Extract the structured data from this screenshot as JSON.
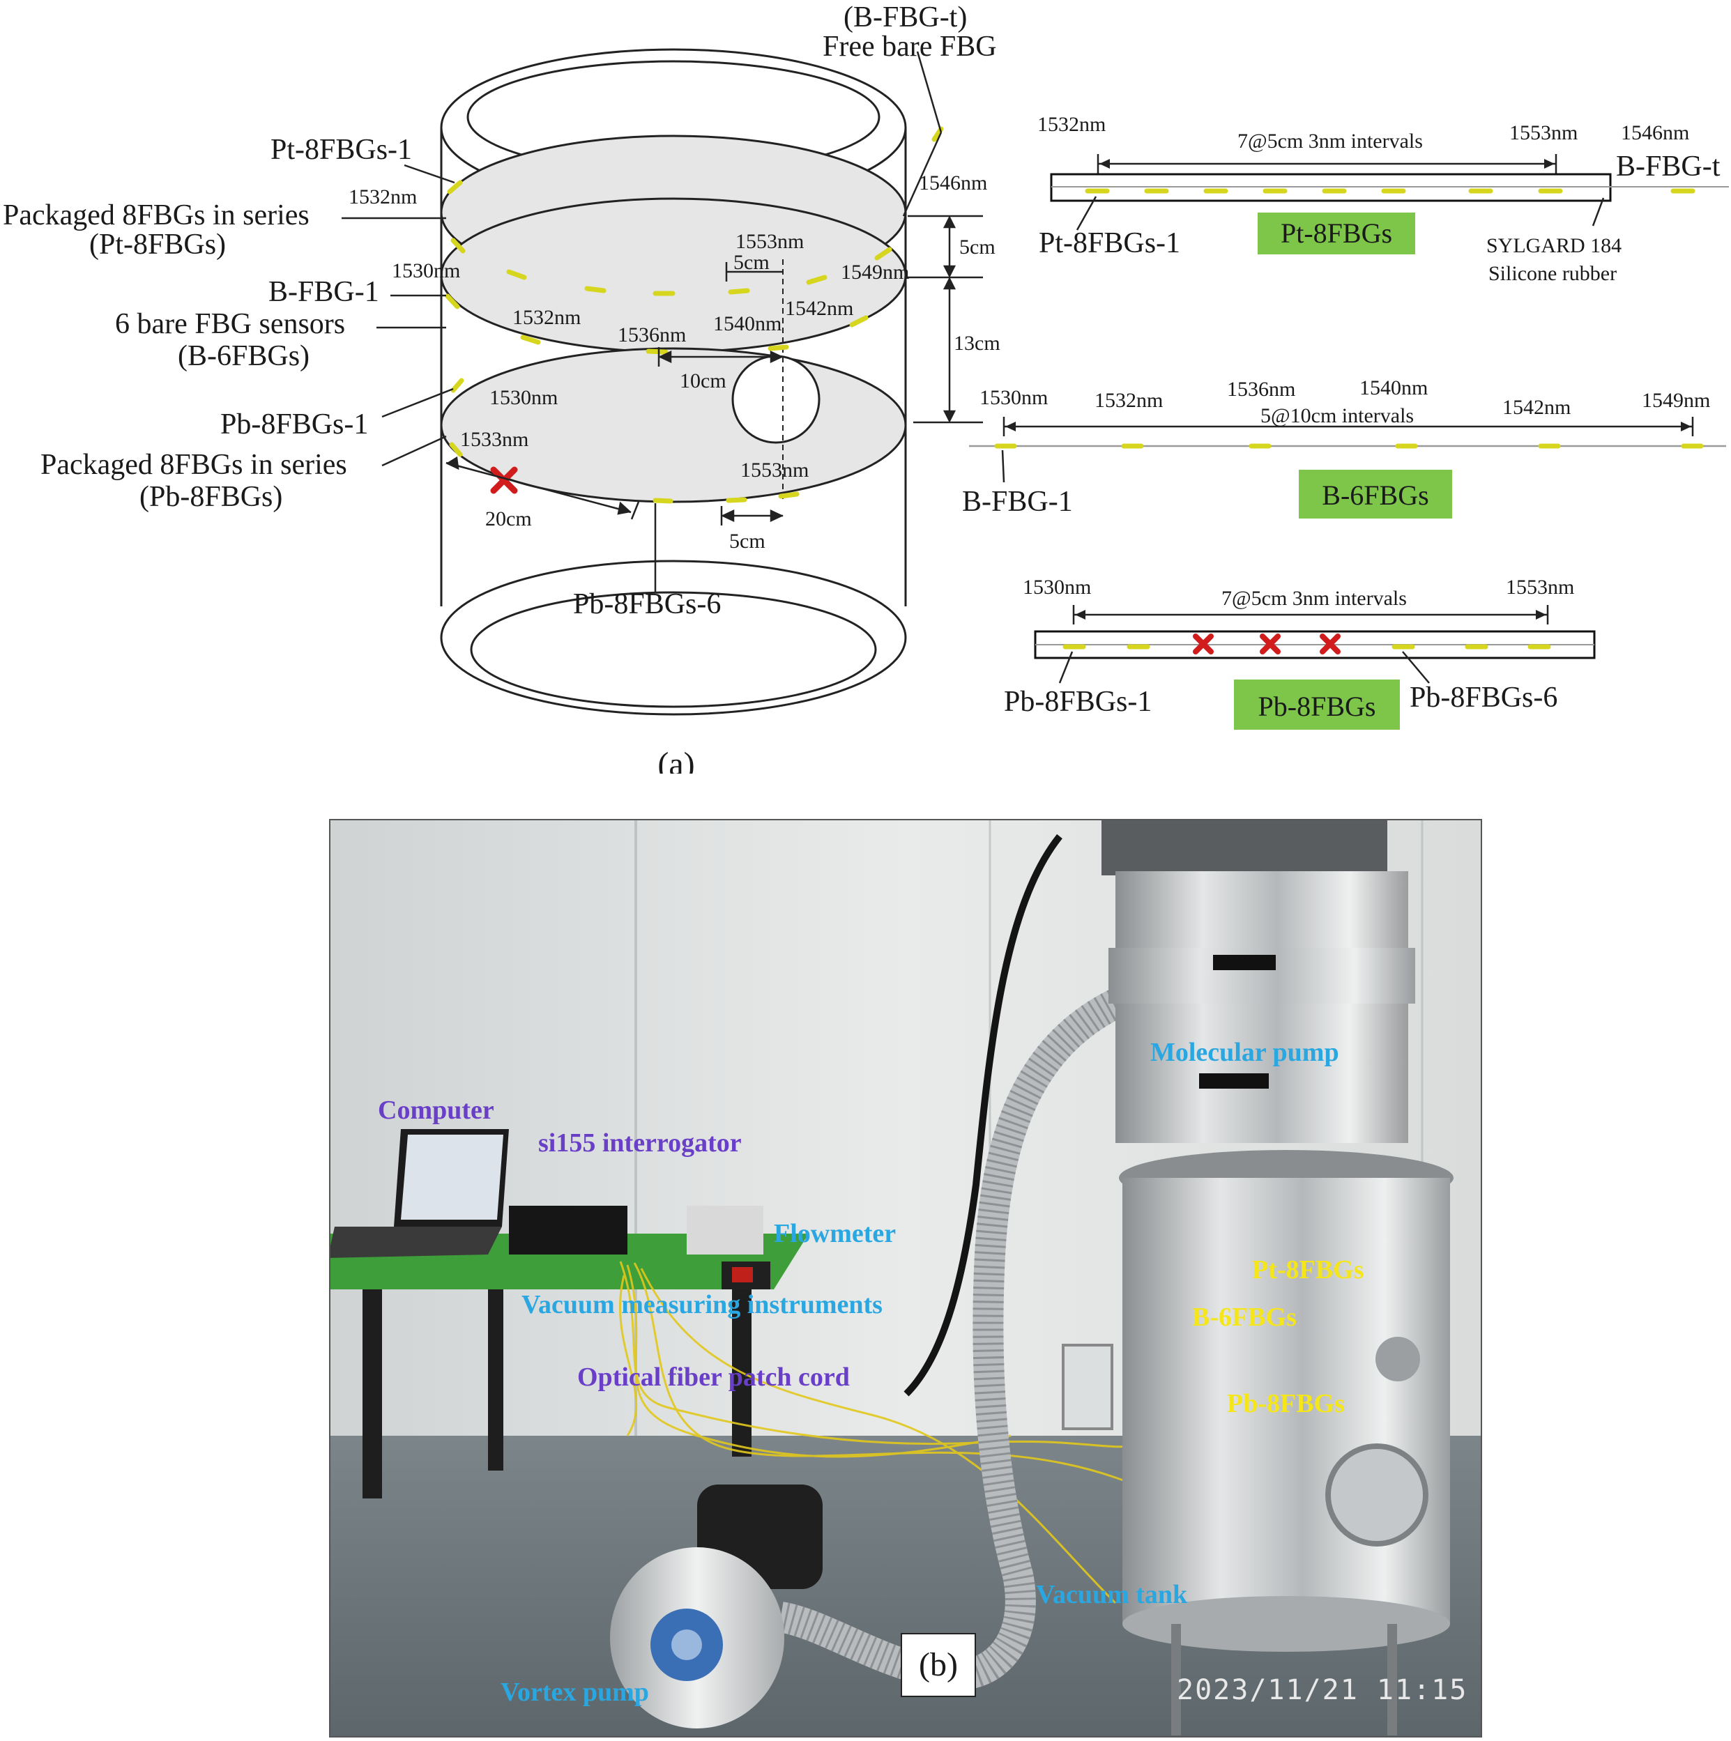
{
  "panel_a": {
    "caption": "(a)",
    "cylinder": {
      "free_fbg_id": "(B-FBG-t)",
      "free_fbg_label": "Free bare FBG",
      "pt_first": "Pt-8FBGs-1",
      "pt_series_line1": "Packaged 8FBGs in series",
      "pt_series_line2": "(Pt-8FBGs)",
      "b_first": "B-FBG-1",
      "b_series_line1": "6 bare FBG sensors",
      "b_series_line2": "(B-6FBGs)",
      "pb_first": "Pb-8FBGs-1",
      "pb_series_line1": "Packaged 8FBGs in series",
      "pb_series_line2": "(Pb-8FBGs)",
      "pb_sixth": "Pb-8FBGs-6",
      "wl_1546": "1546nm",
      "wl_pt_1532": "1532nm",
      "wl_pt_1553": "1553nm",
      "wl_b_1530": "1530nm",
      "wl_b_1549": "1549nm",
      "wl_b_1532": "1532nm",
      "wl_b_1536": "1536nm",
      "wl_b_1540": "1540nm",
      "wl_b_1542": "1542nm",
      "wl_pb_1530": "1530nm",
      "wl_pb_1533": "1533nm",
      "wl_pb_1553": "1553nm",
      "dim_5cm_top": "5cm",
      "dim_5cm_right": "5cm",
      "dim_13cm": "13cm",
      "dim_10cm": "10cm",
      "dim_20cm": "20cm",
      "dim_5cm_bottom": "5cm"
    },
    "pt_strip": {
      "wl_start": "1532nm",
      "wl_end": "1553nm",
      "wl_free": "1546nm",
      "interval": "7@5cm 3nm intervals",
      "free_label": "B-FBG-t",
      "first_label": "Pt-8FBGs-1",
      "name": "Pt-8FBGs",
      "material_line1": "SYLGARD 184",
      "material_line2": "Silicone rubber"
    },
    "b_strip": {
      "wavelengths": [
        "1530nm",
        "1532nm",
        "1536nm",
        "1540nm",
        "1542nm",
        "1549nm"
      ],
      "interval": "5@10cm intervals",
      "first_label": "B-FBG-1",
      "name": "B-6FBGs"
    },
    "pb_strip": {
      "wl_start": "1530nm",
      "wl_end": "1553nm",
      "interval": "7@5cm 3nm intervals",
      "first_label": "Pb-8FBGs-1",
      "sixth_label": "Pb-8FBGs-6",
      "name": "Pb-8FBGs"
    }
  },
  "panel_b": {
    "caption": "(b)",
    "labels": {
      "computer": "Computer",
      "interrogator": "si155 interrogator",
      "flowmeter": "Flowmeter",
      "vacuum_instruments": "Vacuum measuring instruments",
      "patch_cord": "Optical fiber patch cord",
      "molecular_pump": "Molecular pump",
      "pt": "Pt-8FBGs",
      "b6": "B-6FBGs",
      "pb": "Pb-8FBGs",
      "vacuum_tank": "Vacuum tank",
      "vortex_pump": "Vortex pump"
    },
    "timestamp": "2023/11/21  11:15"
  },
  "colors": {
    "fbg_yellow": "#d6d61e",
    "label_green": "#7dc64a",
    "failure_red": "#d01c1c",
    "photo_purple": "#6a3fc8",
    "photo_cyan": "#2aa7e0",
    "photo_yellow": "#f5e61a"
  }
}
